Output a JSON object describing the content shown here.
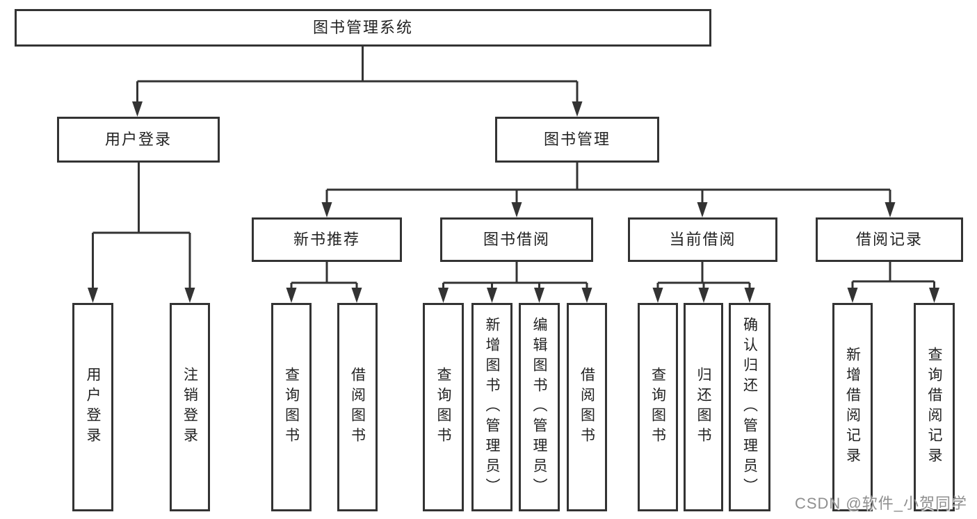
{
  "diagram": {
    "title": "图书管理系统",
    "level2": {
      "user_login": "用户登录",
      "book_management": "图书管理"
    },
    "level3": {
      "new_book_recommend": "新书推荐",
      "book_borrow": "图书借阅",
      "current_borrow": "当前借阅",
      "borrow_record": "借阅记录"
    },
    "leaves": {
      "user_login": [
        "用户登录",
        "注销登录"
      ],
      "new_book_recommend": [
        "查询图书",
        "借阅图书"
      ],
      "book_borrow": [
        "查询图书",
        "新增图书（管理员）",
        "编辑图书（管理员）",
        "借阅图书"
      ],
      "current_borrow": [
        "查询图书",
        "归还图书",
        "确认归还（管理员）"
      ],
      "borrow_record": [
        "新增借阅记录",
        "查询借阅记录"
      ]
    },
    "watermark": "CSDN @软件_小贺同学",
    "colors": {
      "line": "#333333",
      "text": "#222222",
      "background": "#ffffff",
      "watermark": "#8f8f8f"
    }
  }
}
